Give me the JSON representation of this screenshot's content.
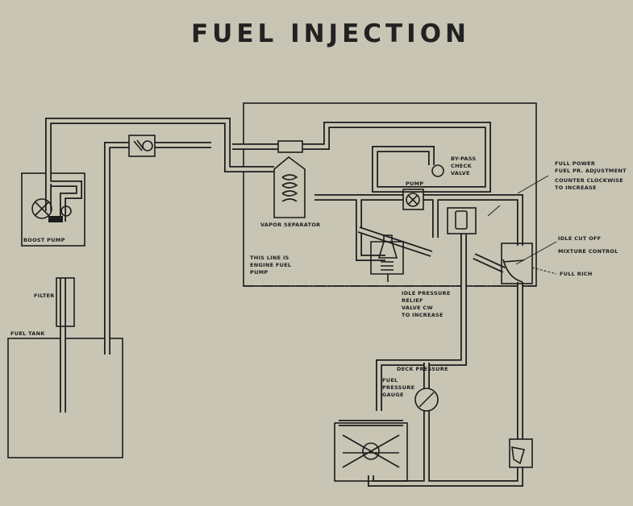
{
  "title": "FUEL INJECTION",
  "labels": {
    "boost_pump": "BOOST PUMP",
    "filter": "FILTER",
    "fuel_tank": "FUEL TANK",
    "vapor_separator": "VAPOR SEPARATOR",
    "engine_line": [
      "THIS LINE IS",
      "ENGINE FUEL",
      "PUMP"
    ],
    "pump": "PUMP",
    "bypass_check_valve": [
      "BY-PASS",
      "CHECK",
      "VALVE"
    ],
    "full_power": [
      "FULL POWER",
      "FUEL PR. ADJUSTMENT",
      "COUNTER CLOCKWISE",
      "TO INCREASE"
    ],
    "idle_cut_off": "IDLE CUT OFF",
    "mixture_control": "MIXTURE CONTROL",
    "full_rich": "FULL RICH",
    "idle_pressure_relief": [
      "IDLE PRESSURE",
      "RELIEF",
      "VALVE CW",
      "TO INCREASE"
    ],
    "deck_pressure": "DECK PRESSURE",
    "fuel_pressure_gauge": [
      "FUEL",
      "PRESSURE",
      "GAUGE"
    ]
  },
  "colors": {
    "paper": "#c8c5b5",
    "ink": "#1c1c1c"
  }
}
